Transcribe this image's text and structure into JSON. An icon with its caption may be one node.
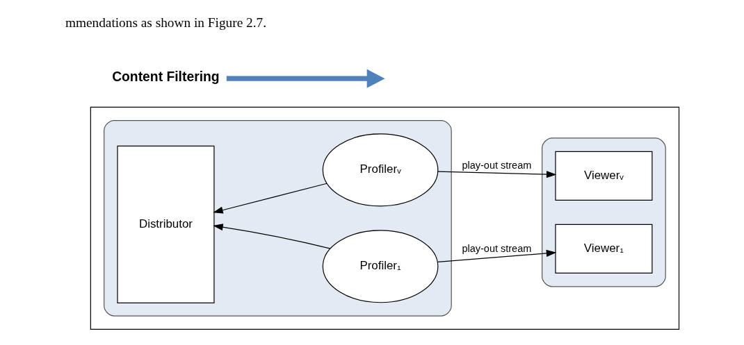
{
  "diagram": {
    "nodes": [
      {
        "text": [],
        "shape": "box"
      },
      {
        "text": [],
        "shape": "box",
        "in": 0
      },
      {
        "text": [
          "Distributor"
        ],
        "in": 1
      },
      {
        "text": [
          "Profiler₁"
        ],
        "in": 1
      },
      {
        "text": [
          "Profilerᵥ"
        ],
        "in": 1
      },
      {
        "text": [],
        "shape": "box",
        "in": 0
      },
      {
        "text": [
          "Viewer₁"
        ],
        "in": 5
      },
      {
        "text": [
          "Viewerᵥ"
        ],
        "in": 5
      },
      {
        "text": [
          "Content Filtering"
        ]
      }
    ],
    "edges": [
      {
        "from": 3,
        "to": 2,
        "arrow": "to"
      },
      {
        "from": 3,
        "to": 6,
        "arrow": "to",
        "label": "play-out stream"
      },
      {
        "from": 4,
        "to": 2,
        "arrow": "to"
      },
      {
        "from": 4,
        "to": 7,
        "arrow": "to",
        "label": "play-out stream"
      },
      {
        "from": 8,
        "to": null,
        "arrow": "to",
        "style": "thick",
        "color": "#4f81bd"
      }
    ],
    "labels": [
      "mmendations as shown in Figure 2.7."
    ]
  }
}
